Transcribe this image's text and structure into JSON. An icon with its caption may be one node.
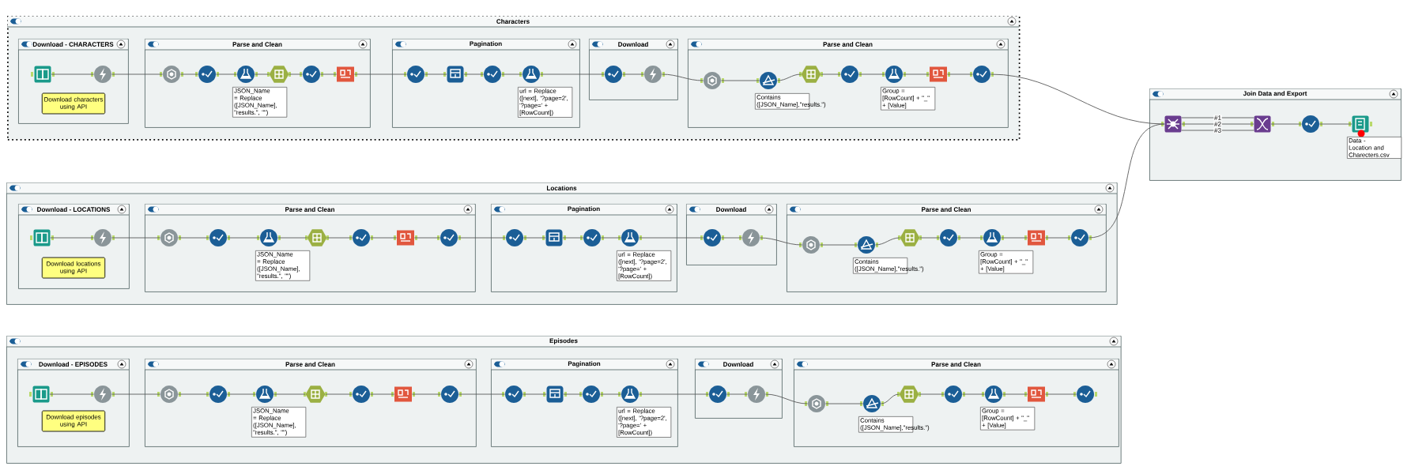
{
  "diagram": {
    "nodes": [
      {
        "text": [
          "Characters"
        ]
      },
      {
        "text": [
          "Download - CHARACTERS"
        ],
        "in": 0
      },
      {
        "text": [],
        "shape": "book",
        "in": 1
      },
      {
        "text": [],
        "shape": "bolt",
        "in": 1
      },
      {
        "text": [
          "Download characters using API"
        ],
        "in": 1
      },
      {
        "text": [
          "Parse and Clean"
        ],
        "in": 0
      },
      {
        "text": [],
        "shape": "gear",
        "in": 5
      },
      {
        "text": [],
        "shape": "circle",
        "in": 5
      },
      {
        "text": [],
        "shape": "flask",
        "in": 5,
        "beside": [
          "JSON_Name = Replace ([JSON_Name], \"results.\", \"\")"
        ]
      },
      {
        "text": [],
        "shape": "hexagon",
        "in": 5
      },
      {
        "text": [],
        "shape": "circle",
        "in": 5
      },
      {
        "text": [],
        "shape": "ribbon",
        "in": 5
      },
      {
        "text": [
          "Pagination"
        ],
        "in": 0
      },
      {
        "text": [],
        "shape": "circle",
        "in": 12
      },
      {
        "text": [],
        "shape": "box",
        "in": 12
      },
      {
        "text": [],
        "shape": "circle",
        "in": 12
      },
      {
        "text": [],
        "shape": "flask",
        "in": 12,
        "beside": [
          "url = Replace ([next], '?page=2', '?page=' + [RowCount])"
        ]
      },
      {
        "text": [
          "Download"
        ],
        "in": 0
      },
      {
        "text": [],
        "shape": "circle",
        "in": 17
      },
      {
        "text": [],
        "shape": "bolt",
        "in": 17
      },
      {
        "text": [
          "Parse and Clean"
        ],
        "in": 0
      },
      {
        "text": [],
        "shape": "gear",
        "in": 20
      },
      {
        "text": [],
        "shape": "triangle",
        "in": 20,
        "beside": [
          "Contains ([JSON_Name],\"results.\")"
        ]
      },
      {
        "text": [],
        "shape": "hexagon",
        "in": 20
      },
      {
        "text": [],
        "shape": "circle",
        "in": 20
      },
      {
        "text": [],
        "shape": "flask",
        "in": 20,
        "beside": [
          "Group = [RowCount] + \"_\" + [Value]"
        ]
      },
      {
        "text": [],
        "shape": "ribbon",
        "in": 20
      },
      {
        "text": [],
        "shape": "circle",
        "in": 20
      },
      {
        "text": [
          "Join Data and Export"
        ]
      },
      {
        "text": [],
        "shape": "network",
        "in": 28
      },
      {
        "text": [],
        "shape": "helix",
        "in": 28
      },
      {
        "text": [],
        "shape": "circle",
        "in": 28
      },
      {
        "text": [],
        "shape": "document",
        "in": 28,
        "beside": [
          "Data - Location and Charecters.csv"
        ]
      },
      {
        "text": [
          "Locations"
        ]
      },
      {
        "text": [
          "Download - LOCATIONS"
        ],
        "in": 33
      },
      {
        "text": [],
        "shape": "book",
        "in": 34
      },
      {
        "text": [],
        "shape": "bolt",
        "in": 34
      },
      {
        "text": [
          "Download locations using API"
        ],
        "in": 34
      },
      {
        "text": [
          "Parse and Clean"
        ],
        "in": 33
      },
      {
        "text": [],
        "shape": "gear",
        "in": 38
      },
      {
        "text": [],
        "shape": "circle",
        "in": 38
      },
      {
        "text": [],
        "shape": "flask",
        "in": 38,
        "beside": [
          "JSON_Name = Replace ([JSON_Name], \"results.\", \"\")"
        ]
      },
      {
        "text": [],
        "shape": "hexagon",
        "in": 38
      },
      {
        "text": [],
        "shape": "circle",
        "in": 38
      },
      {
        "text": [],
        "shape": "ribbon",
        "in": 38
      },
      {
        "text": [],
        "shape": "circle",
        "in": 38
      },
      {
        "text": [
          "Pagination"
        ],
        "in": 33
      },
      {
        "text": [],
        "shape": "circle",
        "in": 46
      },
      {
        "text": [],
        "shape": "box",
        "in": 46
      },
      {
        "text": [],
        "shape": "circle",
        "in": 46
      },
      {
        "text": [],
        "shape": "flask",
        "in": 46,
        "beside": [
          "url = Replace ([next], '?page=2', '?page=' + [RowCount])"
        ]
      },
      {
        "text": [
          "Download"
        ],
        "in": 33
      },
      {
        "text": [],
        "shape": "circle",
        "in": 51
      },
      {
        "text": [],
        "shape": "bolt",
        "in": 51
      },
      {
        "text": [
          "Parse and Clean"
        ],
        "in": 33
      },
      {
        "text": [],
        "shape": "gear",
        "in": 54
      },
      {
        "text": [],
        "shape": "triangle",
        "in": 54,
        "beside": [
          "Contains ([JSON_Name],\"results.\")"
        ]
      },
      {
        "text": [],
        "shape": "hexagon",
        "in": 54
      },
      {
        "text": [],
        "shape": "circle",
        "in": 54
      },
      {
        "text": [],
        "shape": "flask",
        "in": 54,
        "beside": [
          "Group = [RowCount] + \"_\" + [Value]"
        ]
      },
      {
        "text": [],
        "shape": "ribbon",
        "in": 54
      },
      {
        "text": [],
        "shape": "circle",
        "in": 54
      },
      {
        "text": [
          "Episodes"
        ]
      },
      {
        "text": [
          "Download - EPISODES"
        ],
        "in": 62
      },
      {
        "text": [],
        "shape": "book",
        "in": 63
      },
      {
        "text": [],
        "shape": "bolt",
        "in": 63
      },
      {
        "text": [
          "Download episodes using API"
        ],
        "in": 63
      },
      {
        "text": [
          "Parse and Clean"
        ],
        "in": 62
      },
      {
        "text": [],
        "shape": "gear",
        "in": 67
      },
      {
        "text": [],
        "shape": "circle",
        "in": 67
      },
      {
        "text": [],
        "shape": "flask",
        "in": 67,
        "beside": [
          "JSON_Name = Replace ([JSON_Name], \"results.\", \"\")"
        ]
      },
      {
        "text": [],
        "shape": "hexagon",
        "in": 67
      },
      {
        "text": [],
        "shape": "circle",
        "in": 67
      },
      {
        "text": [],
        "shape": "ribbon",
        "in": 67
      },
      {
        "text": [],
        "shape": "circle",
        "in": 67
      },
      {
        "text": [
          "Pagination"
        ],
        "in": 62
      },
      {
        "text": [],
        "shape": "circle",
        "in": 75
      },
      {
        "text": [],
        "shape": "box",
        "in": 75
      },
      {
        "text": [],
        "shape": "circle",
        "in": 75
      },
      {
        "text": [],
        "shape": "flask",
        "in": 75,
        "beside": [
          "url = Replace ([next], '?page=2', '?page=' + [RowCount])"
        ]
      },
      {
        "text": [
          "Download"
        ],
        "in": 62
      },
      {
        "text": [],
        "shape": "circle",
        "in": 80
      },
      {
        "text": [],
        "shape": "bolt",
        "in": 80
      },
      {
        "text": [
          "Parse and Clean"
        ],
        "in": 62
      },
      {
        "text": [],
        "shape": "gear",
        "in": 83
      },
      {
        "text": [],
        "shape": "triangle",
        "in": 83,
        "beside": [
          "Contains ([JSON_Name],\"results.\")"
        ]
      },
      {
        "text": [],
        "shape": "hexagon",
        "in": 83
      },
      {
        "text": [],
        "shape": "circle",
        "in": 83
      },
      {
        "text": [],
        "shape": "flask",
        "in": 83,
        "beside": [
          "Group = [RowCount] + \"_\" + [Value]"
        ]
      },
      {
        "text": [],
        "shape": "ribbon",
        "in": 83
      },
      {
        "text": [],
        "shape": "circle",
        "in": 83
      }
    ],
    "edges": [
      {
        "from": 2,
        "to": 3,
        "arrow": "none"
      },
      {
        "from": 3,
        "to": 6,
        "arrow": "none"
      },
      {
        "from": 6,
        "to": 7,
        "arrow": "none"
      },
      {
        "from": 7,
        "to": 8,
        "arrow": "none"
      },
      {
        "from": 8,
        "to": 9,
        "arrow": "none"
      },
      {
        "from": 9,
        "to": 10,
        "arrow": "none"
      },
      {
        "from": 10,
        "to": 11,
        "arrow": "none"
      },
      {
        "from": 11,
        "to": 13,
        "arrow": "none"
      },
      {
        "from": 13,
        "to": 14,
        "arrow": "none"
      },
      {
        "from": 14,
        "to": 15,
        "arrow": "none"
      },
      {
        "from": 15,
        "to": 16,
        "arrow": "none"
      },
      {
        "from": 16,
        "to": 18,
        "arrow": "none"
      },
      {
        "from": 18,
        "to": 19,
        "arrow": "none"
      },
      {
        "from": 19,
        "to": 21,
        "arrow": "none"
      },
      {
        "from": 21,
        "to": 22,
        "arrow": "none"
      },
      {
        "from": 22,
        "to": 23,
        "arrow": "none"
      },
      {
        "from": 23,
        "to": 24,
        "arrow": "none"
      },
      {
        "from": 24,
        "to": 25,
        "arrow": "none"
      },
      {
        "from": 25,
        "to": 26,
        "arrow": "none"
      },
      {
        "from": 26,
        "to": 27,
        "arrow": "none"
      },
      {
        "from": 27,
        "to": 29,
        "arrow": "none"
      },
      {
        "from": 29,
        "to": 30,
        "arrow": "none",
        "label": "#1"
      },
      {
        "from": 29,
        "to": 30,
        "arrow": "none",
        "label": "#2"
      },
      {
        "from": 29,
        "to": 30,
        "arrow": "none",
        "label": "#3"
      },
      {
        "from": 30,
        "to": 31,
        "arrow": "none"
      },
      {
        "from": 31,
        "to": 32,
        "arrow": "none"
      },
      {
        "from": 35,
        "to": 36,
        "arrow": "none"
      },
      {
        "from": 36,
        "to": 39,
        "arrow": "none"
      },
      {
        "from": 39,
        "to": 40,
        "arrow": "none"
      },
      {
        "from": 40,
        "to": 41,
        "arrow": "none"
      },
      {
        "from": 41,
        "to": 42,
        "arrow": "none"
      },
      {
        "from": 42,
        "to": 43,
        "arrow": "none"
      },
      {
        "from": 43,
        "to": 44,
        "arrow": "none"
      },
      {
        "from": 44,
        "to": 45,
        "arrow": "none"
      },
      {
        "from": 45,
        "to": 47,
        "arrow": "none"
      },
      {
        "from": 47,
        "to": 48,
        "arrow": "none"
      },
      {
        "from": 48,
        "to": 49,
        "arrow": "none"
      },
      {
        "from": 49,
        "to": 50,
        "arrow": "none"
      },
      {
        "from": 50,
        "to": 52,
        "arrow": "none"
      },
      {
        "from": 52,
        "to": 53,
        "arrow": "none"
      },
      {
        "from": 53,
        "to": 55,
        "arrow": "none"
      },
      {
        "from": 55,
        "to": 56,
        "arrow": "none"
      },
      {
        "from": 56,
        "to": 57,
        "arrow": "none"
      },
      {
        "from": 57,
        "to": 58,
        "arrow": "none"
      },
      {
        "from": 58,
        "to": 59,
        "arrow": "none"
      },
      {
        "from": 59,
        "to": 60,
        "arrow": "none"
      },
      {
        "from": 60,
        "to": 61,
        "arrow": "none"
      },
      {
        "from": 61,
        "to": 29,
        "arrow": "none"
      },
      {
        "from": 64,
        "to": 65,
        "arrow": "none"
      },
      {
        "from": 65,
        "to": 68,
        "arrow": "none"
      },
      {
        "from": 68,
        "to": 69,
        "arrow": "none"
      },
      {
        "from": 69,
        "to": 70,
        "arrow": "none"
      },
      {
        "from": 70,
        "to": 71,
        "arrow": "none"
      },
      {
        "from": 71,
        "to": 72,
        "arrow": "none"
      },
      {
        "from": 72,
        "to": 73,
        "arrow": "none"
      },
      {
        "from": 73,
        "to": 74,
        "arrow": "none"
      },
      {
        "from": 74,
        "to": 76,
        "arrow": "none"
      },
      {
        "from": 76,
        "to": 77,
        "arrow": "none"
      },
      {
        "from": 77,
        "to": 78,
        "arrow": "none"
      },
      {
        "from": 78,
        "to": 79,
        "arrow": "none"
      },
      {
        "from": 79,
        "to": 81,
        "arrow": "none"
      },
      {
        "from": 81,
        "to": 82,
        "arrow": "none"
      },
      {
        "from": 82,
        "to": 84,
        "arrow": "none"
      },
      {
        "from": 84,
        "to": 85,
        "arrow": "none"
      },
      {
        "from": 85,
        "to": 86,
        "arrow": "none"
      },
      {
        "from": 86,
        "to": 87,
        "arrow": "none"
      },
      {
        "from": 87,
        "to": 88,
        "arrow": "none"
      },
      {
        "from": 88,
        "to": 89,
        "arrow": "none"
      },
      {
        "from": 89,
        "to": 90,
        "arrow": "none"
      }
    ]
  }
}
